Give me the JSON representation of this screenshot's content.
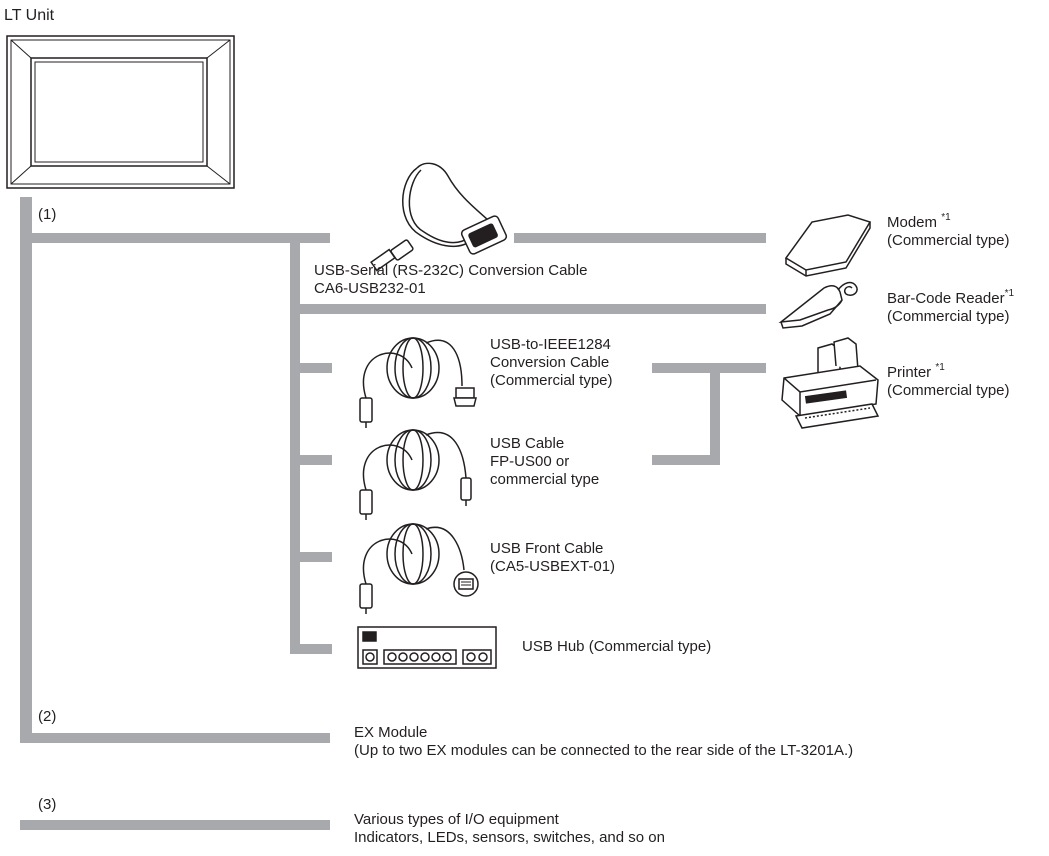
{
  "lt_unit": {
    "label": "LT Unit"
  },
  "ports": {
    "p1": "(1)",
    "p2": "(2)",
    "p3": "(3)"
  },
  "usb_serial_cable": {
    "line1": "USB-Serial (RS-232C) Conversion Cable",
    "line2": "CA6-USB232-01"
  },
  "modem": {
    "name": "Modem",
    "note": "*1",
    "type": "(Commercial type)"
  },
  "barcode_reader": {
    "name": "Bar-Code Reader",
    "note": "*1",
    "type": "(Commercial type)"
  },
  "printer": {
    "name": "Printer",
    "note": "*1",
    "type": "(Commercial type)"
  },
  "usb_ieee_cable": {
    "line1": "USB-to-IEEE1284",
    "line2": "Conversion Cable",
    "line3": "(Commercial type)"
  },
  "usb_cable": {
    "line1": "USB Cable",
    "line2": "FP-US00 or",
    "line3": "commercial type"
  },
  "usb_front_cable": {
    "line1": "USB Front Cable",
    "line2": "(CA5-USBEXT-01)"
  },
  "usb_hub": {
    "label": "USB Hub (Commercial type)"
  },
  "ex_module": {
    "line1": "EX Module",
    "line2": "(Up to two EX modules can be connected to the rear side of the LT-3201A.)"
  },
  "io_equipment": {
    "line1": "Various types of I/O equipment",
    "line2": "Indicators, LEDs, sensors, switches, and so on"
  },
  "colors": {
    "bus": "#a7a9ac",
    "ink": "#231f20"
  }
}
